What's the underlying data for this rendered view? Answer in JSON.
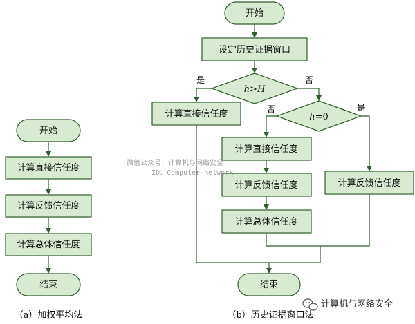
{
  "diagram_a": {
    "start": "开始",
    "step1": "计算直接信任度",
    "step2": "计算反馈信任度",
    "step3": "计算总体信任度",
    "end": "结束",
    "caption": "（a）加权平均法"
  },
  "diagram_b": {
    "start": "开始",
    "set_window": "设定历史证据窗口",
    "decision1_var": "h",
    "decision1_op": ">",
    "decision1_rhs": "H",
    "yes1": "是",
    "no1": "否",
    "left_direct": "计算直接信任度",
    "decision2_var": "h",
    "decision2_rest": "=0",
    "no2": "否",
    "yes2": "是",
    "mid_direct": "计算直接信任度",
    "mid_feedback": "计算反馈信任度",
    "mid_total": "计算总体信任度",
    "right_feedback": "计算反馈信任度",
    "end": "结束",
    "caption": "（b）历史证据窗口法"
  },
  "watermark": {
    "line1": "微信公众号：计算机与网络安全",
    "line2": "ID：Computer-network"
  },
  "brand": {
    "name": "计算机与网络安全"
  }
}
